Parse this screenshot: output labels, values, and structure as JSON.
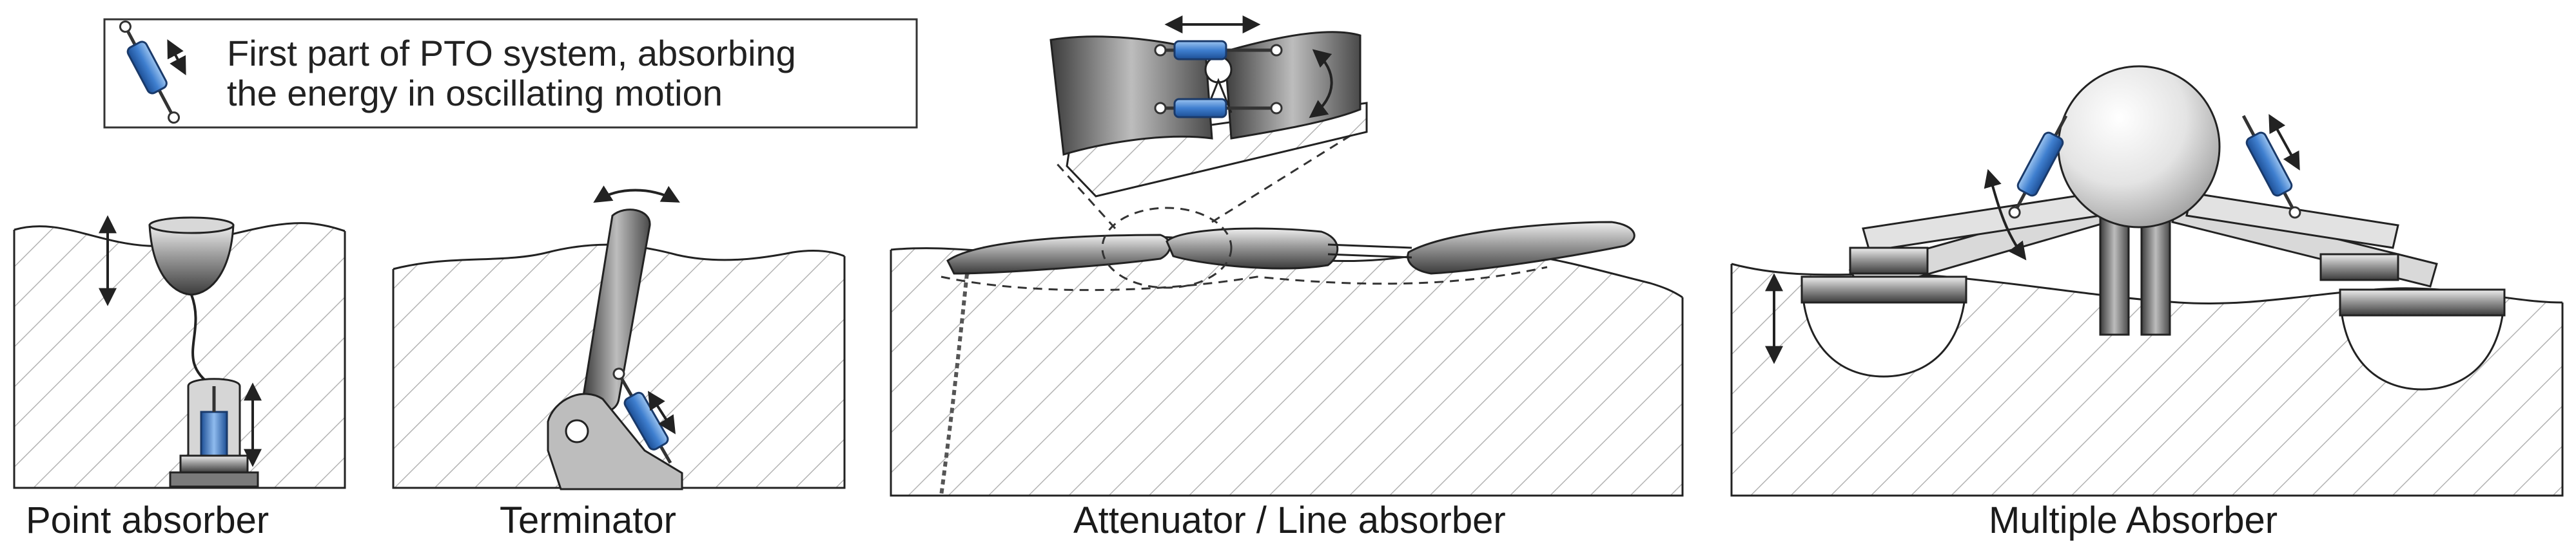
{
  "legend": {
    "icon": "pto-cylinder-icon",
    "text_line1": "First part of PTO system, absorbing",
    "text_line2": "the energy in oscillating motion"
  },
  "captions": {
    "point_absorber": "Point absorber",
    "terminator": "Terminator",
    "attenuator": "Attenuator / Line absorber",
    "multiple_absorber": "Multiple Absorber"
  },
  "colors": {
    "cylinder": "#3f7fcf",
    "hatch": "#b5b5b5",
    "body_dark": "#505050",
    "body_light": "#b8b8b8",
    "outline": "#222222"
  }
}
